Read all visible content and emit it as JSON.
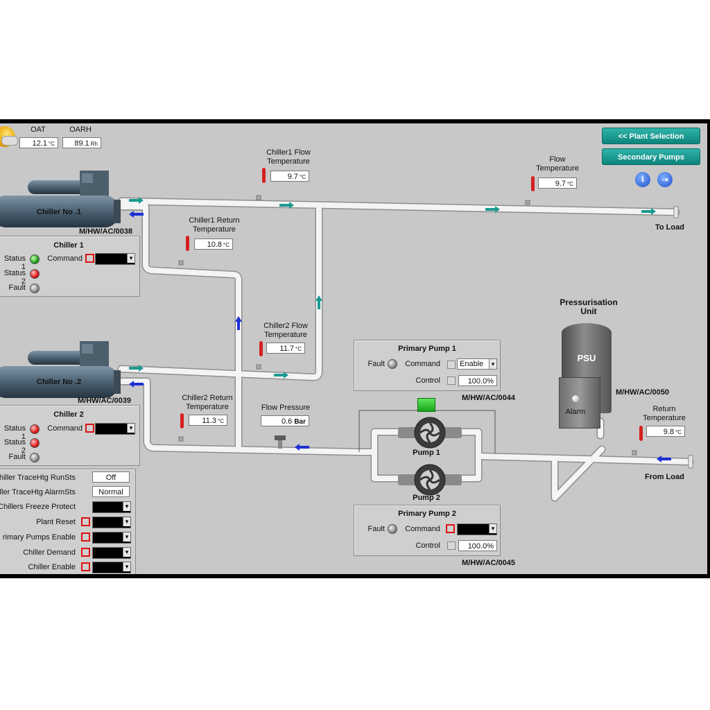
{
  "weather": {
    "oat_label": "OAT",
    "oat_value": "12.1",
    "oat_unit": "°C",
    "oarh_label": "OARH",
    "oarh_value": "89.1",
    "oarh_unit": "Rh"
  },
  "nav": {
    "plant_selection": "<< Plant Selection",
    "secondary_pumps": "Secondary Pumps"
  },
  "chiller1": {
    "name": "Chiller No .1",
    "tag": "M/HW/AC/0038",
    "panel_title": "Chiller 1",
    "status1": "Status 1",
    "status2": "Status 2",
    "fault": "Fault",
    "command": "Command",
    "status1_led": "green",
    "status2_led": "red",
    "fault_led": "grey"
  },
  "chiller2": {
    "name": "Chiller No .2",
    "tag": "M/HW/AC/0039",
    "panel_title": "Chiller 2",
    "status1": "Status 1",
    "status2": "Status 2",
    "fault": "Fault",
    "command": "Command",
    "status1_led": "red",
    "status2_led": "red",
    "fault_led": "grey"
  },
  "sensors": {
    "ch1_flow": {
      "label1": "Chiller1 Flow",
      "label2": "Temperature",
      "value": "9.7",
      "unit": "°C"
    },
    "flow": {
      "label1": "Flow",
      "label2": "Temperature",
      "value": "9.7",
      "unit": "°C"
    },
    "ch1_return": {
      "label1": "Chiller1 Return",
      "label2": "Temperature",
      "value": "10.8",
      "unit": "°C"
    },
    "ch2_flow": {
      "label1": "Chiller2 Flow",
      "label2": "Temperature",
      "value": "11.7",
      "unit": "°C"
    },
    "ch2_return": {
      "label1": "Chiller2 Return",
      "label2": "Temperature",
      "value": "11.3",
      "unit": "°C"
    },
    "flow_pressure": {
      "label": "Flow Pressure",
      "value": "0.6",
      "unit": "Bar"
    },
    "return": {
      "label1": "Return",
      "label2": "Temperature",
      "value": "9.8",
      "unit": "°C"
    }
  },
  "pipes": {
    "to_load": "To Load",
    "from_load": "From Load"
  },
  "psu": {
    "title1": "Pressurisation",
    "title2": "Unit",
    "name": "PSU",
    "alarm": "Alarm",
    "tag": "M/HW/AC/0050"
  },
  "pump1": {
    "panel_title": "Primary Pump 1",
    "fault": "Fault",
    "command": "Command",
    "command_value": "Enable",
    "control": "Control",
    "control_value": "100.0%",
    "tag": "M/HW/AC/0044",
    "label": "Pump 1"
  },
  "pump2": {
    "panel_title": "Primary Pump 2",
    "fault": "Fault",
    "command": "Command",
    "control": "Control",
    "control_value": "100.0%",
    "tag": "M/HW/AC/0045",
    "label": "Pump 2"
  },
  "plant_controls": {
    "trace_run_label": "hiller TraceHtg RunSts",
    "trace_run_value": "Off",
    "trace_alarm_label": "ller TraceHtg AlarmSts",
    "trace_alarm_value": "Normal",
    "freeze_label": "Chillers Freeze Protect",
    "plant_reset_label": "Plant Reset",
    "pumps_enable_label": "rimary Pumps Enable",
    "chiller_demand_label": "Chiller Demand",
    "chiller_enable_label": "Chiller Enable"
  },
  "colors": {
    "pipe": "#f2f2f2",
    "panel": "#c8c8c8",
    "button": "#16968c",
    "flow_arrow": "#1a9a90",
    "return_arrow": "#1c2fd6"
  }
}
